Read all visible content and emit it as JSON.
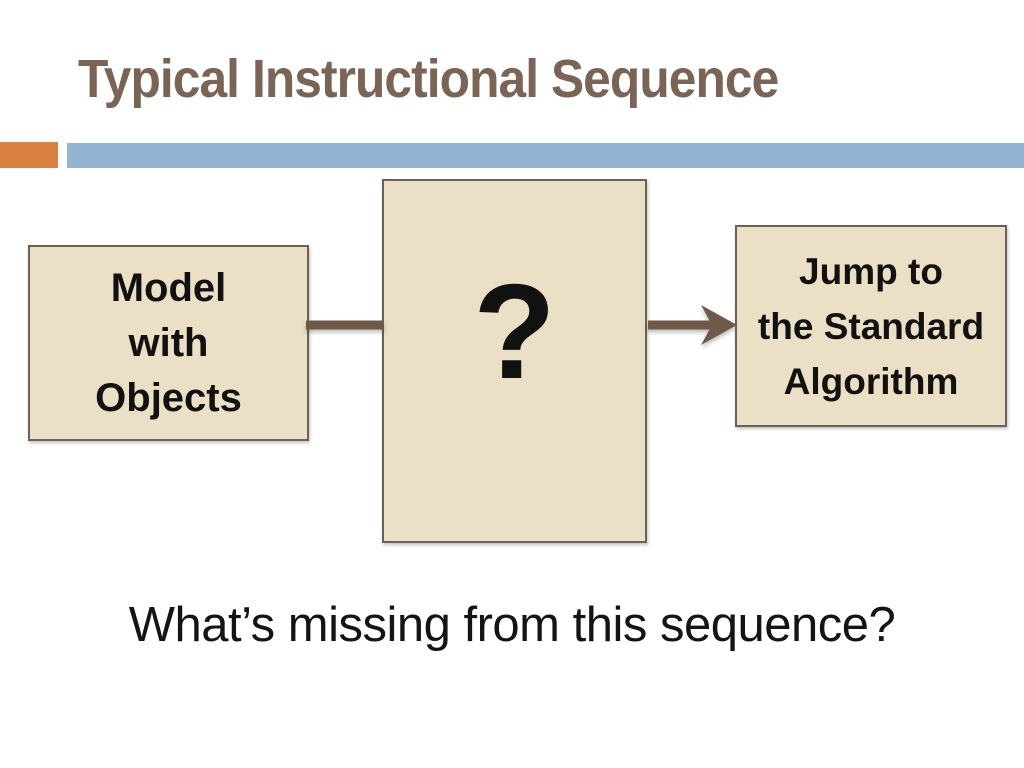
{
  "slide": {
    "title": "Typical Instructional Sequence",
    "footer_question": "What’s missing from this sequence?"
  },
  "diagram": {
    "boxes": [
      {
        "id": "model-with-objects",
        "lines": [
          "Model",
          "with",
          "Objects"
        ]
      },
      {
        "id": "unknown-step",
        "lines": [
          "?"
        ]
      },
      {
        "id": "jump-to-standard-algorithm",
        "lines": [
          "Jump to",
          "the Standard",
          "Algorithm"
        ]
      }
    ],
    "arrows": [
      {
        "id": "arrow-model-to-unknown",
        "from": "model-with-objects",
        "to": "unknown-step"
      },
      {
        "id": "arrow-unknown-to-algorithm",
        "from": "unknown-step",
        "to": "jump-to-standard-algorithm"
      }
    ]
  },
  "colors": {
    "title_brown": "#796455",
    "accent_orange": "#DC813F",
    "accent_blue": "#93B5D3",
    "box_fill": "#EBDFC5",
    "box_border": "#6A625A",
    "arrow_brown": "#6F5949",
    "text_black": "#141414",
    "background": "#FFFFFF"
  }
}
